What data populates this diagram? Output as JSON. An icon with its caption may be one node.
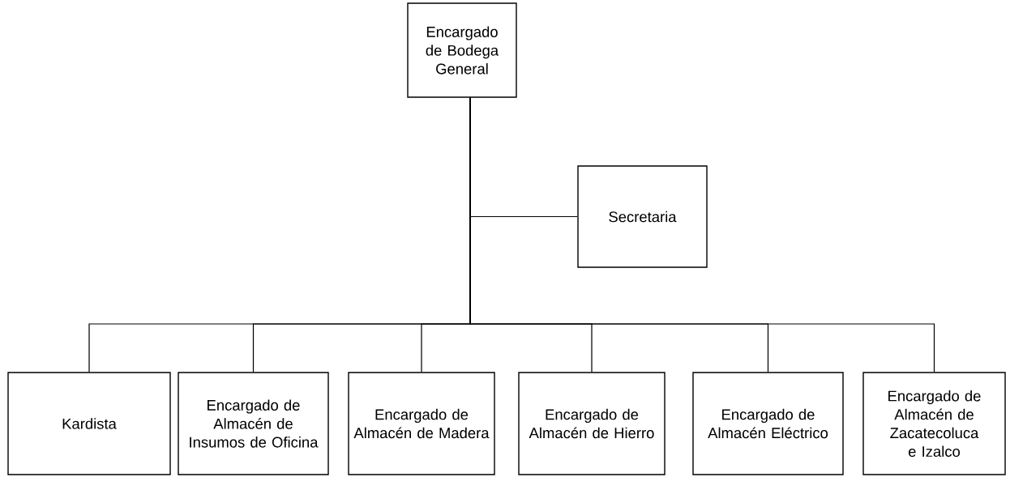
{
  "diagram": {
    "nodes": [
      {
        "text": [
          "Encargado de Bodega General"
        ]
      },
      {
        "text": [
          "Secretaria"
        ]
      },
      {
        "text": [
          "Kardista"
        ]
      },
      {
        "text": [
          "Encargado de Almacén de Insumos de Oficina"
        ]
      },
      {
        "text": [
          "Encargado de Almacén de Madera"
        ]
      },
      {
        "text": [
          "Encargado de Almacén de Hierro"
        ]
      },
      {
        "text": [
          "Encargado de Almacén Eléctrico"
        ]
      },
      {
        "text": [
          "Encargado de Almacén de Zacatecoluca e Izalco"
        ]
      }
    ],
    "edges": [
      {
        "from": 0,
        "to": 1,
        "arrow": "none"
      },
      {
        "from": 0,
        "to": 2,
        "arrow": "none"
      },
      {
        "from": 0,
        "to": 3,
        "arrow": "none"
      },
      {
        "from": 0,
        "to": 4,
        "arrow": "none"
      },
      {
        "from": 0,
        "to": 5,
        "arrow": "none"
      },
      {
        "from": 0,
        "to": 6,
        "arrow": "none"
      },
      {
        "from": 0,
        "to": 7,
        "arrow": "none"
      }
    ]
  }
}
